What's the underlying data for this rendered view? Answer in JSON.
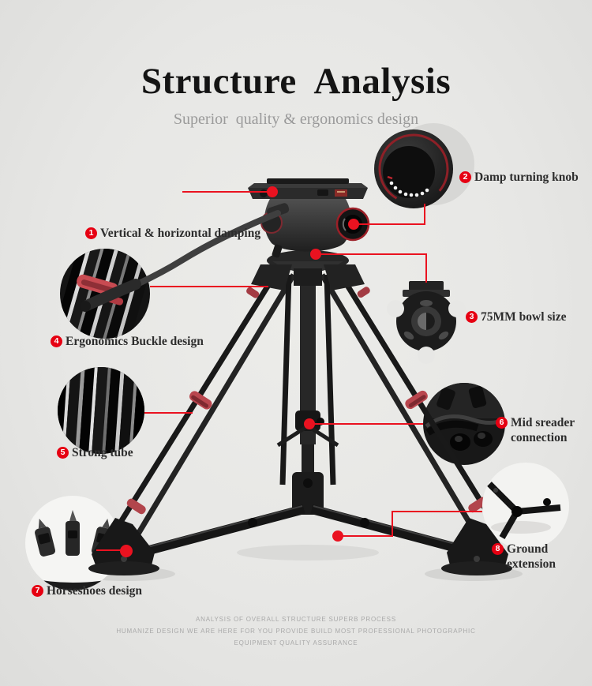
{
  "page": {
    "title": "Structure Analysis",
    "subtitle": "Superior  quality & ergonomics design"
  },
  "colors": {
    "accent_red": "#e60012",
    "background": "#e7e7e5",
    "title_text": "#141414",
    "subtitle_text": "#9a9a9a",
    "callout_text": "#2d2d2d",
    "footer_text": "#a9a9a9",
    "product_dark": "#1c1c1c",
    "lock_red": "#b9464e"
  },
  "callouts": [
    {
      "num": "1",
      "label": "Vertical & horizontal damping"
    },
    {
      "num": "2",
      "label": "Damp turning knob"
    },
    {
      "num": "3",
      "label": "75MM bowl size"
    },
    {
      "num": "4",
      "label": "Ergonomics Buckle design"
    },
    {
      "num": "5",
      "label": "Strong tube"
    },
    {
      "num": "6",
      "label": "Mid sreader connection"
    },
    {
      "num": "7",
      "label": "Horseshoes design"
    },
    {
      "num": "8",
      "label": "Ground extension"
    }
  ],
  "footer": {
    "line1": "ANALYSIS OF OVERALL STRUCTURE SUPERB PROCESS",
    "line2": "HUMANIZE DESIGN WE ARE HERE FOR YOU PROVIDE BUILD MOST PROFESSIONAL PHOTOGRAPHIC",
    "line3": "EQUIPMENT QUALITY ASSURANCE"
  }
}
